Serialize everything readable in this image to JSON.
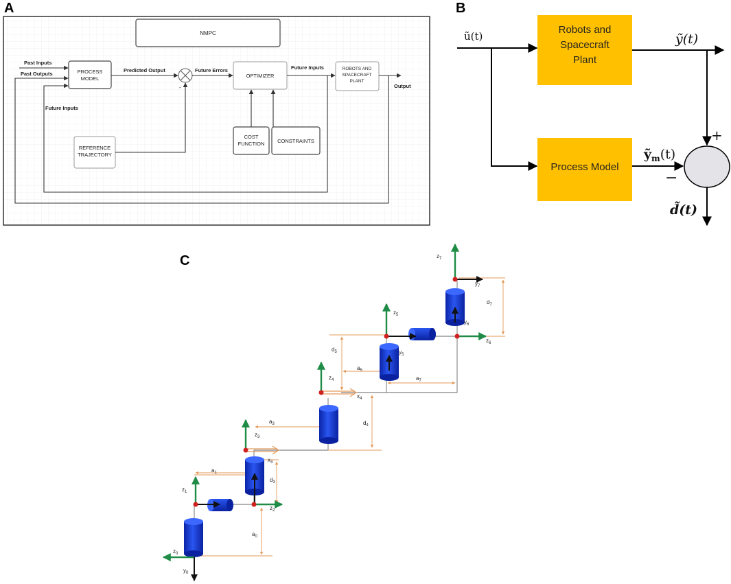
{
  "panels": {
    "a": {
      "letter": "A",
      "blocks": {
        "nmpc": "NMPC",
        "process_model": [
          "PROCESS",
          "MODEL"
        ],
        "optimizer": "OPTIMIZER",
        "plant": [
          "ROBOTS AND",
          "SPACECRAFT",
          "PLANT"
        ],
        "reference": [
          "REFERENCE",
          "TRAJECTORY"
        ],
        "cost": [
          "COST",
          "FUNCTION"
        ],
        "constraints": "CONSTRAINTS"
      },
      "signals": {
        "past_inputs": "Past Inputs",
        "past_outputs": "Past Outputs",
        "future_inputs_left": "Future Inputs",
        "predicted_output": "Predicted Output",
        "future_errors": "Future Errors",
        "future_inputs_right": "Future Inputs",
        "output": "Output",
        "minus": "-"
      }
    },
    "b": {
      "letter": "B",
      "blocks": {
        "plant": [
          "Robots and",
          "Spacecraft",
          "Plant"
        ],
        "process_model": "Process Model"
      },
      "signals": {
        "u": "ũ(t)",
        "y": "ỹ(t)",
        "ym": "ỹ",
        "ym_sub": "m",
        "ym_t": "(t)",
        "d": "d̃(t)",
        "plus": "+",
        "minus": "−"
      },
      "colors": {
        "block_fill": "#FFC000",
        "summer_fill": "#E4E4E8"
      }
    },
    "c": {
      "letter": "C",
      "frames": {
        "z0": "z0",
        "y0": "y0",
        "z1": "z1",
        "z2": "z2",
        "z3": "z3",
        "x3": "x3",
        "z4": "z4",
        "x4": "x4",
        "z5": "z5",
        "y5": "y5",
        "y6": "y6",
        "z6": "z6",
        "z7": "z7",
        "y7": "y7"
      },
      "dims": {
        "a0": "a0",
        "a1": "a1",
        "a3": "a3",
        "a5": "a5",
        "a7": "a7",
        "d3": "d3",
        "d4": "d4",
        "d5": "d5",
        "d7": "d7"
      },
      "colors": {
        "joint": "#1436D6",
        "z_axis": "#1E8C46",
        "dim": "#E39A5A",
        "origin": "#D0201F"
      }
    }
  }
}
